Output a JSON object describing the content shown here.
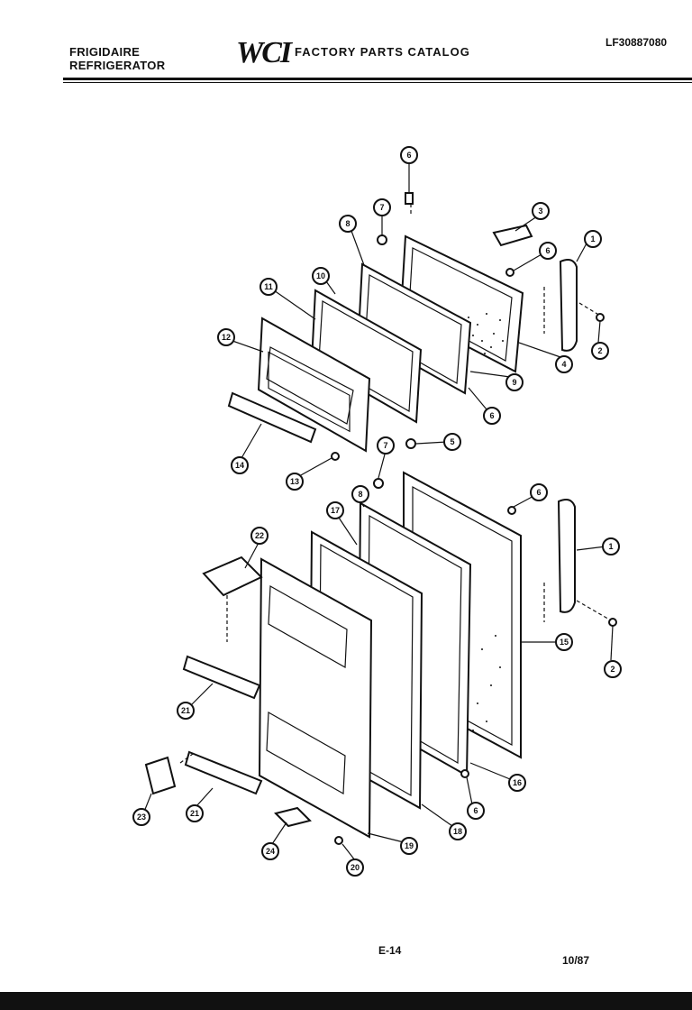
{
  "header": {
    "brand_line1": "FRIGIDAIRE",
    "brand_line2": "REFRIGERATOR",
    "logo": "WCI",
    "catalog_title": "FACTORY PARTS CATALOG",
    "doc_number": "LF30887080"
  },
  "footer": {
    "page": "E-14",
    "date": "10/87"
  },
  "callouts": [
    "1",
    "2",
    "3",
    "4",
    "5",
    "6",
    "7",
    "8",
    "9",
    "10",
    "11",
    "12",
    "13",
    "14",
    "15",
    "16",
    "17",
    "18",
    "19",
    "20",
    "21",
    "22",
    "23",
    "24"
  ]
}
